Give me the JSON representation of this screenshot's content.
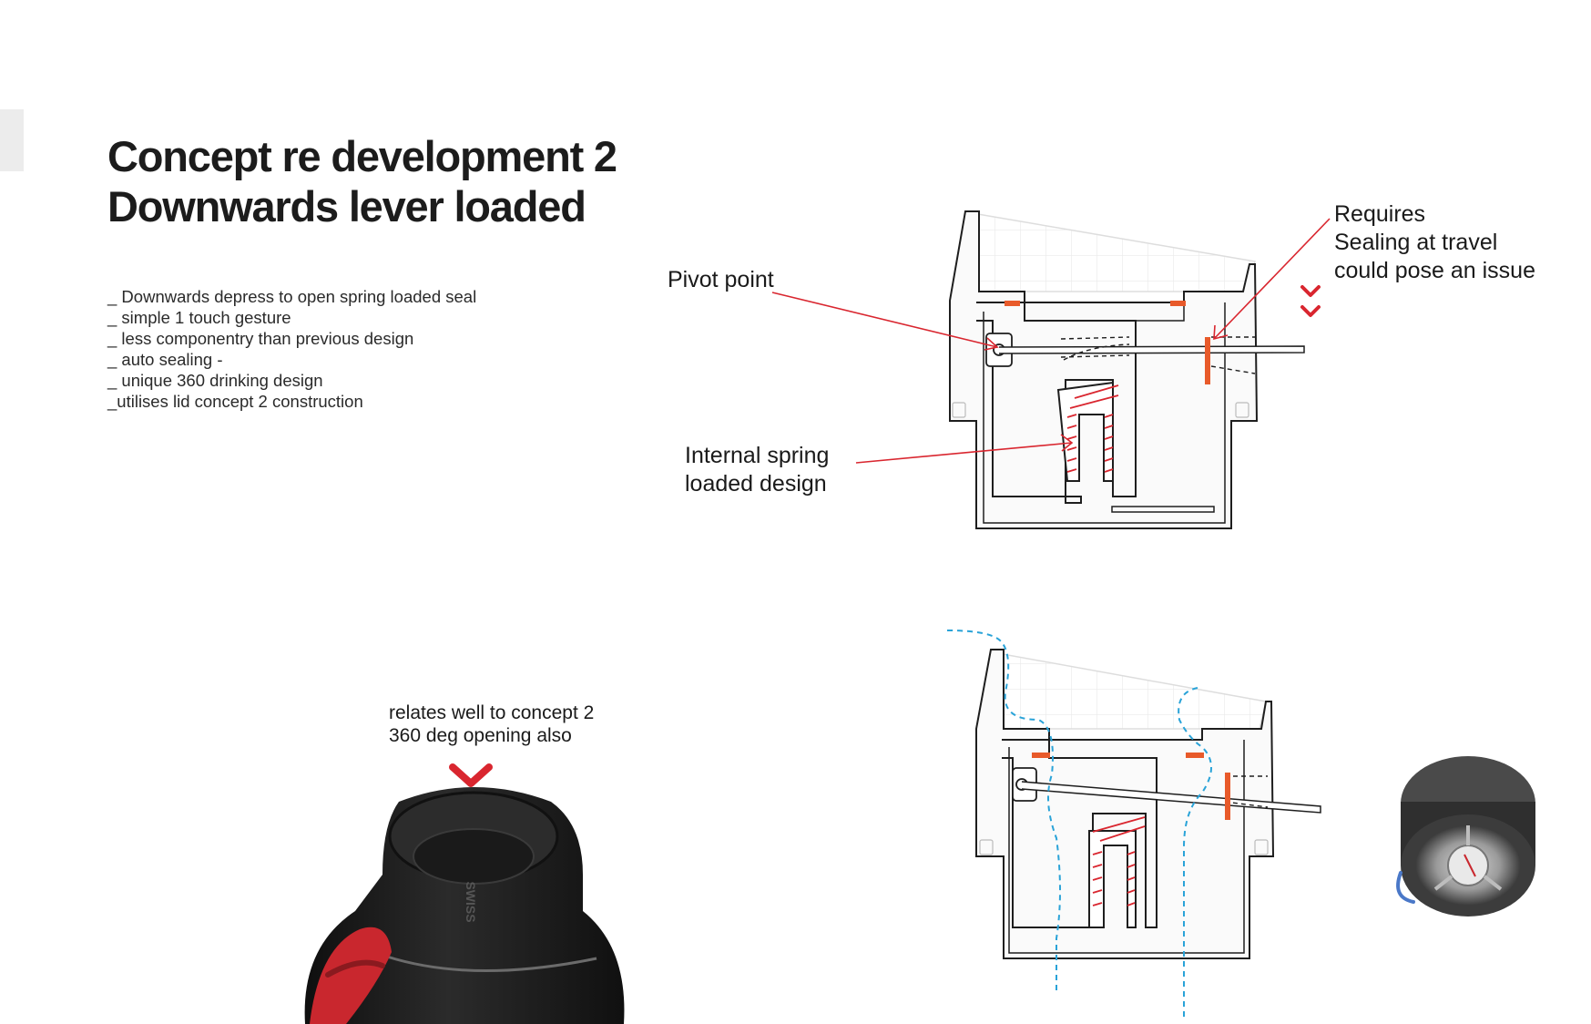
{
  "title": {
    "line1": "Concept re development 2",
    "line2": "Downwards lever loaded"
  },
  "bullets": [
    "_ Downwards depress to open spring loaded seal",
    "_ simple 1 touch gesture",
    "_ less componentry than previous design",
    "_ auto sealing -",
    "_ unique 360 drinking design",
    "_utilises lid concept 2 construction"
  ],
  "annotations": {
    "pivot": "Pivot point",
    "spring_line1": "Internal spring",
    "spring_line2": "loaded design",
    "sealing_line1": "Requires",
    "sealing_line2": "Sealing at travel",
    "sealing_line3": "could pose an issue",
    "relates_line1": "relates well to concept 2",
    "relates_line2": "360 deg opening also"
  },
  "bottle_brand": "SWISS",
  "colors": {
    "accent_red": "#d9262f",
    "seal_orange": "#e85a2a",
    "flow_blue": "#2aa3d8",
    "outline": "#1e1e1e",
    "bottle_body": "#1d1d1d",
    "strap_red": "#c9272e"
  },
  "icons": [
    "checkmark-chevron-icon",
    "down-chevron-icon",
    "arrow-icon"
  ]
}
